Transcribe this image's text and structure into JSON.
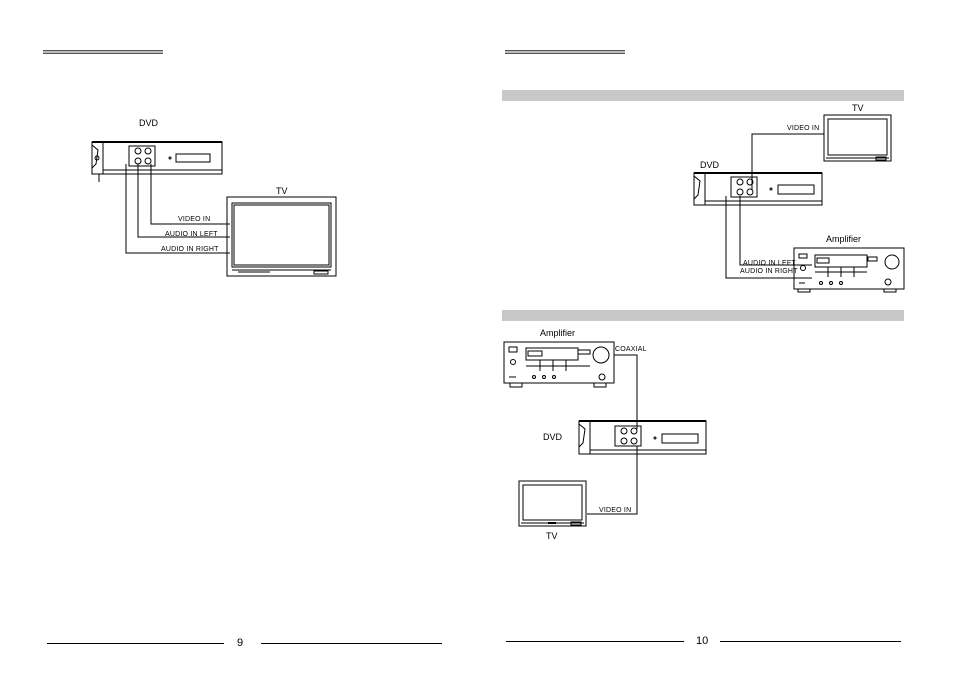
{
  "left_page": {
    "page_number": "9",
    "diagram": {
      "dvd_label": "DVD",
      "tv_label": "TV",
      "connections": [
        "VIDEO IN",
        "AUDIO IN  LEFT",
        "AUDIO IN  RIGHT"
      ]
    }
  },
  "right_page": {
    "page_number": "10",
    "diagram_1": {
      "tv_label": "TV",
      "dvd_label": "DVD",
      "amplifier_label": "Amplifier",
      "video_connection": "VIDEO IN",
      "audio_connections": [
        "AUDIO IN  LEFT",
        "AUDIO IN  RIGHT"
      ]
    },
    "diagram_2": {
      "amplifier_label": "Amplifier",
      "coaxial_label": "COAXIAL",
      "dvd_label": "DVD",
      "video_connection": "VIDEO IN",
      "tv_label": "TV"
    }
  },
  "colors": {
    "band": "#c8c8c8",
    "line": "#000000"
  }
}
